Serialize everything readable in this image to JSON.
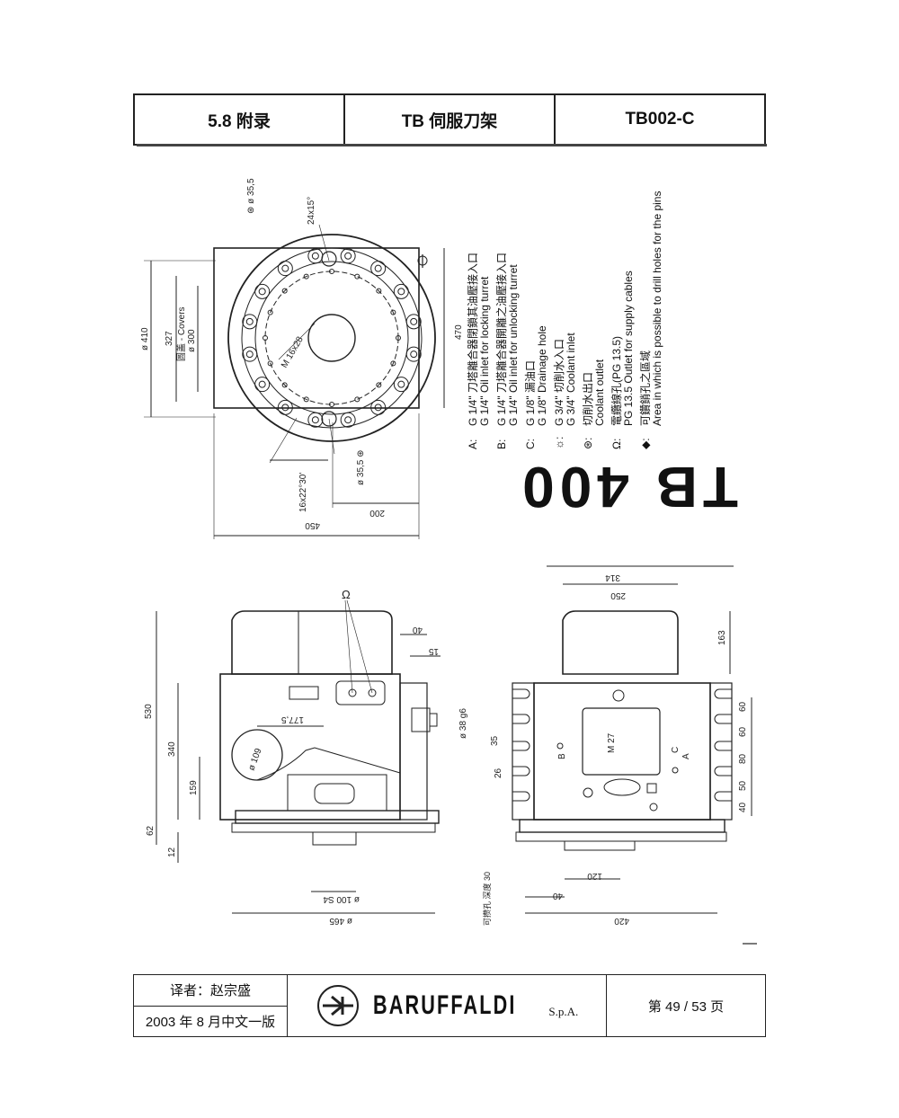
{
  "header": {
    "section": "5.8 附录",
    "title": "TB 伺服刀架",
    "code": "TB002-C"
  },
  "dimensions": {
    "top_view": {
      "d35_top": "⊛ ø 35,5",
      "chamfer": "24x15°",
      "d410": "ø 410",
      "d327": "327",
      "covers": "圆盖 - Covers",
      "d300": "ø 300",
      "thread": "M 16x28",
      "d35_bot": "ø 35,5 ⊛",
      "angle": "16x22°30'",
      "w200": "200",
      "w450": "450",
      "h470": "470"
    },
    "side_view": {
      "h530": "530",
      "h340": "340",
      "h159": "159",
      "h62": "62",
      "h12": "12",
      "w177": "177,5",
      "d109": "ø 109",
      "w40": "40",
      "w15": "15",
      "d38": "ø 38 g6",
      "d100": "ø 100 S4",
      "d465": "ø 465",
      "omega": "Ω",
      "drill_note": "可攒孔 深度 30"
    },
    "front_view": {
      "w314": "314",
      "w250": "250",
      "h163": "163",
      "v60a": "60",
      "v60b": "60",
      "v80": "80",
      "v50": "50",
      "v40": "40",
      "d35": "35",
      "d26": "26",
      "m27": "M 27",
      "w120": "120",
      "w40": "40",
      "w420": "420",
      "label_b": "B",
      "label_a": "A",
      "label_c": "C"
    }
  },
  "legend": [
    {
      "key": "A:",
      "cn": "G 1/4\" 刀塔離合器閉鎖其油壓接入口",
      "en": "G 1/4\" Oil inlet for locking turret"
    },
    {
      "key": "B:",
      "cn": "G 1/4\" 刀塔離合器開離之油壓接入口",
      "en": "G 1/4\" Oil inlet for unlocking turret"
    },
    {
      "key": "C:",
      "cn": "G 1/8\" 漏油口",
      "en": "G 1/8\" Drainage hole"
    },
    {
      "key": "☼:",
      "cn": "G 3/4\" 切削水入口",
      "en": "G 3/4\" Coolant inlet"
    },
    {
      "key": "⊛:",
      "cn": "切削水出口",
      "en": "Coolant outlet"
    },
    {
      "key": "Ω:",
      "cn": "電纜線孔(PG 13.5)",
      "en": "PG 13.5 Outlet for supply cables"
    },
    {
      "key": "◆:",
      "cn": "可鑽銷孔之區域",
      "en": "Area in which is  possible to drill holes for the pins"
    }
  ],
  "model": "TB 400",
  "footer": {
    "translator": "译者：赵宗盛",
    "edition": "2003 年 8 月中文一版",
    "brand": "BARUFFALDI",
    "brand_suffix": "S.p.A.",
    "page": "第 49 / 53 页"
  }
}
